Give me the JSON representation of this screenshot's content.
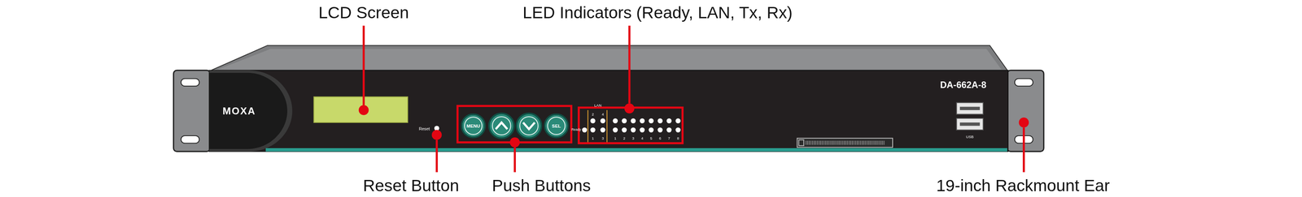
{
  "diagram": {
    "nodes": [
      {
        "text": [
          "MENU"
        ]
      },
      {
        "text": [
          "SEL"
        ]
      }
    ],
    "labels": [
      "LCD Screen",
      "LED Indicators (Ready, LAN, Tx, Rx)",
      "Reset Button",
      "Push Buttons",
      "19-inch Rackmount Ear",
      "MOXA",
      "DA-662A-8",
      "Reset",
      "LAN",
      "2",
      "4",
      "1",
      "3",
      "Ready",
      "1",
      "2",
      "3",
      "4",
      "5",
      "6",
      "7",
      "8",
      "USB"
    ]
  }
}
